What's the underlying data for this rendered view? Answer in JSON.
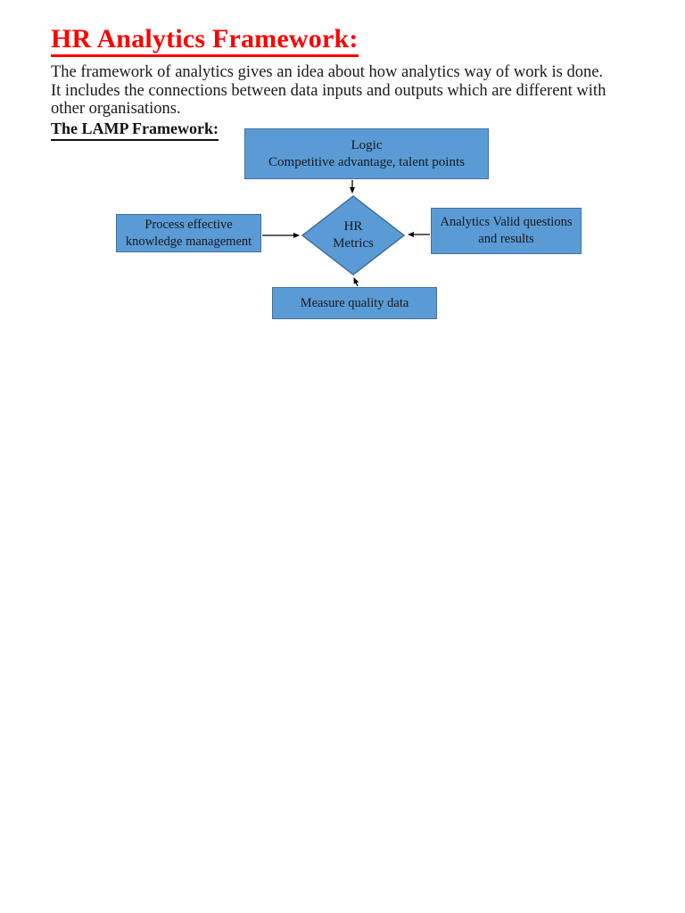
{
  "document": {
    "title": "HR Analytics Framework:",
    "intro_paragraph": "The framework of analytics gives an idea about how analytics way of work is done. It includes the connections between data inputs and outputs which are different with other organisations.",
    "intro_lines": [
      "The framework of analytics gives an idea about how analytics way of work is done.",
      "It includes the connections between data inputs and outputs which are different with",
      "other organisations."
    ],
    "section_heading": "The LAMP Framework:"
  },
  "diagram": {
    "type": "flowchart",
    "title": "The LAMP Framework",
    "nodes": {
      "logic": {
        "shape": "rectangle",
        "lines": [
          "Logic",
          "Competitive advantage, talent points"
        ]
      },
      "process": {
        "shape": "rectangle",
        "lines": [
          "Process effective",
          "knowledge management"
        ]
      },
      "hr": {
        "shape": "diamond",
        "lines": [
          "HR",
          "Metrics"
        ]
      },
      "analytics": {
        "shape": "rectangle",
        "lines": [
          "Analytics Valid questions",
          "and results"
        ]
      },
      "measure": {
        "shape": "rectangle",
        "lines": [
          "Measure quality data"
        ]
      }
    },
    "edges": [
      {
        "from": "logic",
        "to": "hr",
        "direction": "down"
      },
      {
        "from": "process",
        "to": "hr",
        "direction": "right"
      },
      {
        "from": "analytics",
        "to": "hr",
        "direction": "left"
      },
      {
        "from": "measure",
        "to": "hr",
        "direction": "up"
      }
    ],
    "colors": {
      "node_fill": "#5b9bd5",
      "node_border": "#41719c",
      "arrow": "#000000"
    }
  },
  "colors": {
    "title": "#ff0000",
    "body_text": "#1a1a1a",
    "background": "#ffffff"
  }
}
